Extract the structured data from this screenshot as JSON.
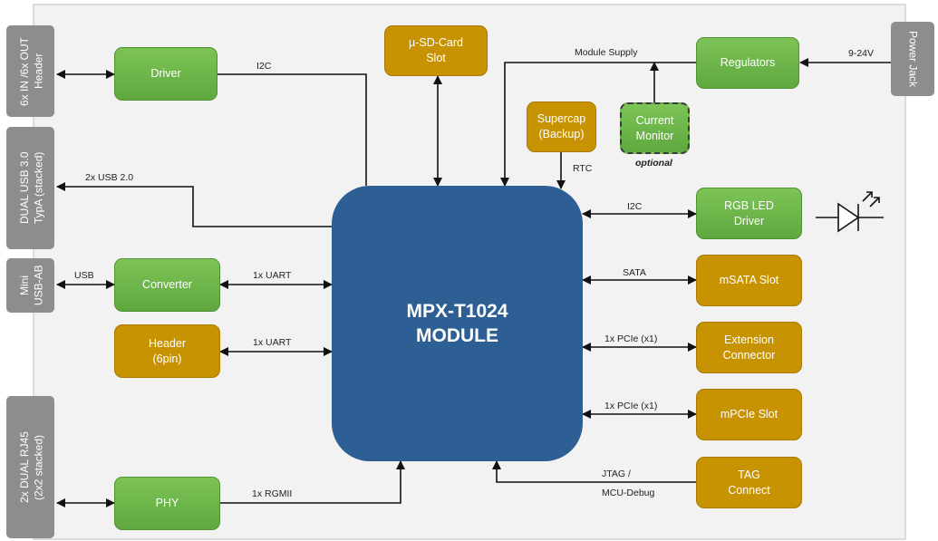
{
  "module": {
    "line1": "MPX-T1024",
    "line2": "MODULE"
  },
  "connectors": {
    "io_header": [
      "6x IN /6x OUT",
      "Header"
    ],
    "usb30": [
      "DUAL USB 3.0",
      "TypA  (stacked)"
    ],
    "mini_usb": [
      "Mini",
      "USB-AB"
    ],
    "rj45": [
      "2x DUAL RJ45",
      "(2x2 stacked)"
    ],
    "power_jack": "Power Jack"
  },
  "blocks": {
    "driver": [
      "Driver"
    ],
    "converter": [
      "Converter"
    ],
    "header_6pin": [
      "Header",
      "(6pin)"
    ],
    "phy": [
      "PHY"
    ],
    "sd_slot": [
      "µ-SD-Card",
      "Slot"
    ],
    "supercap": [
      "Supercap",
      "(Backup)"
    ],
    "current_monitor": [
      "Current",
      "Monitor"
    ],
    "regulators": [
      "Regulators"
    ],
    "rgb_led_driver": [
      "RGB LED",
      "Driver"
    ],
    "msata_slot": [
      "mSATA Slot"
    ],
    "extension_connector": [
      "Extension",
      "Connector"
    ],
    "mpcie_slot": [
      "mPCIe Slot"
    ],
    "tag_connect": [
      "TAG",
      "Connect"
    ]
  },
  "labels": {
    "i2c_top": "I2C",
    "usb2": "2x USB 2.0",
    "usb": "USB",
    "uart1": "1x UART",
    "uart2": "1x UART",
    "rgmii": "1x RGMII",
    "module_supply": "Module Supply",
    "vin": "9-24V",
    "rtc": "RTC",
    "optional": "optional",
    "i2c_right": "I2C",
    "sata": "SATA",
    "pcie1": "1x PCIe (x1)",
    "pcie2": "1x PCIe (x1)",
    "jtag1": "JTAG /",
    "jtag2": "MCU-Debug"
  },
  "colors": {
    "module": "#2e5f94",
    "green_block": "#6db64a",
    "gold_block": "#c79303",
    "connector": "#8d8d8d",
    "line": "#111111"
  }
}
